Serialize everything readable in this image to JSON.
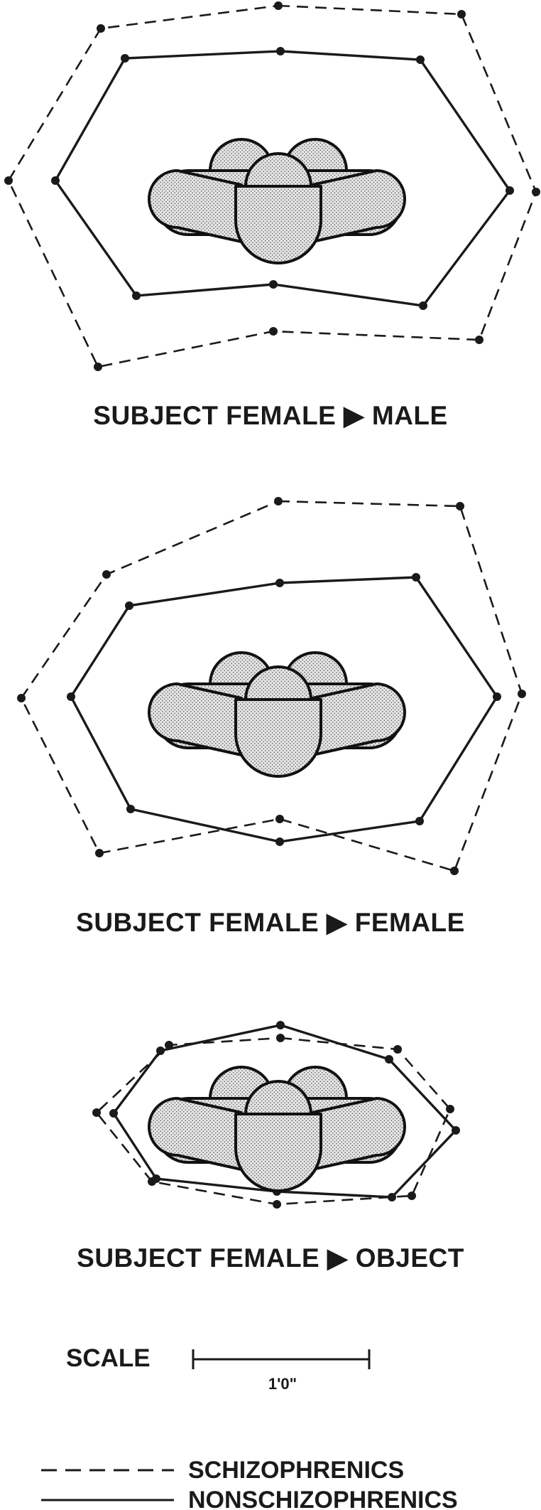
{
  "panels": [
    {
      "title": "SUBJECT FEMALE ▶ MALE",
      "schizophrenics": [
        [
          392,
          8
        ],
        [
          650,
          20
        ],
        [
          755,
          270
        ],
        [
          675,
          478
        ],
        [
          385,
          466
        ],
        [
          138,
          516
        ],
        [
          12,
          254
        ],
        [
          142,
          40
        ]
      ],
      "nonschizophrenics": [
        [
          395,
          72
        ],
        [
          592,
          84
        ],
        [
          718,
          268
        ],
        [
          596,
          430
        ],
        [
          385,
          400
        ],
        [
          192,
          416
        ],
        [
          78,
          254
        ],
        [
          176,
          82
        ]
      ]
    },
    {
      "title": "SUBJECT FEMALE ▶ FEMALE",
      "schizophrenics": [
        [
          392,
          705
        ],
        [
          648,
          712
        ],
        [
          735,
          976
        ],
        [
          640,
          1225
        ],
        [
          394,
          1152
        ],
        [
          140,
          1200
        ],
        [
          30,
          982
        ],
        [
          150,
          808
        ]
      ],
      "nonschizophrenics": [
        [
          394,
          820
        ],
        [
          586,
          812
        ],
        [
          700,
          980
        ],
        [
          591,
          1155
        ],
        [
          394,
          1184
        ],
        [
          184,
          1138
        ],
        [
          100,
          980
        ],
        [
          182,
          852
        ]
      ]
    },
    {
      "title": "SUBJECT FEMALE ▶ OBJECT",
      "schizophrenics": [
        [
          395,
          1460
        ],
        [
          560,
          1476
        ],
        [
          634,
          1560
        ],
        [
          580,
          1682
        ],
        [
          390,
          1694
        ],
        [
          214,
          1662
        ],
        [
          136,
          1565
        ],
        [
          238,
          1470
        ]
      ],
      "nonschizophrenics": [
        [
          395,
          1442
        ],
        [
          548,
          1490
        ],
        [
          642,
          1590
        ],
        [
          552,
          1684
        ],
        [
          390,
          1676
        ],
        [
          220,
          1658
        ],
        [
          160,
          1566
        ],
        [
          226,
          1478
        ]
      ]
    }
  ],
  "scale": {
    "label": "SCALE",
    "unit": "1'0\""
  },
  "legend": {
    "dashed": "SCHIZOPHRENICS",
    "solid": "NONSCHIZOPHRENICS"
  },
  "colors": {
    "ink": "#1a1a1a",
    "stipple_light": "#e6e6e6",
    "stipple_dot": "#555555"
  }
}
